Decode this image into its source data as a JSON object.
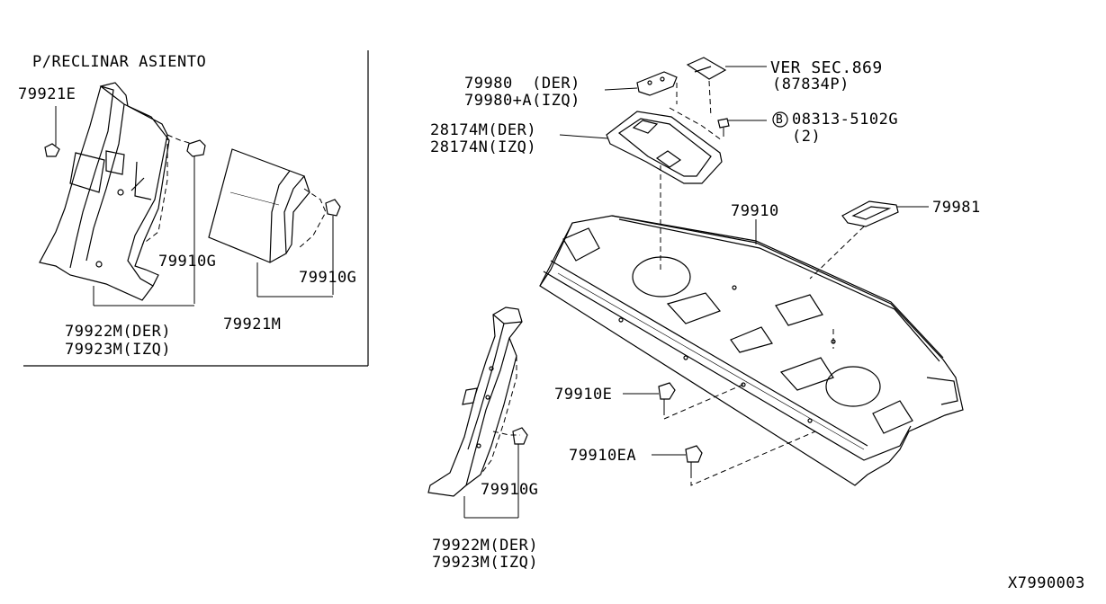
{
  "inset": {
    "title": "P/RECLINAR ASIENTO",
    "labels": {
      "a": "79921E",
      "b": "79910G",
      "c": "79910G",
      "d_line1": "79922M(DER)",
      "d_line2": "79923M(IZQ)",
      "e": "79921M"
    }
  },
  "main": {
    "labels": {
      "ver_line1": "VER SEC.869",
      "ver_line2": "(87834P)",
      "l79980_line1": "79980  (DER)",
      "l79980_line2": "79980+A(IZQ)",
      "l28174_line1": "28174M(DER)",
      "l28174_line2": "28174N(IZQ)",
      "bolt_badge": "B",
      "bolt_line1": "08313-5102G",
      "bolt_line2": "(2)",
      "l79910": "79910",
      "l79981": "79981",
      "l79910E": "79910E",
      "l79910EA": "79910EA",
      "l79910G": "79910G",
      "l79922_line1": "79922M(DER)",
      "l79922_line2": "79923M(IZQ)"
    },
    "figure_code": "X7990003"
  }
}
